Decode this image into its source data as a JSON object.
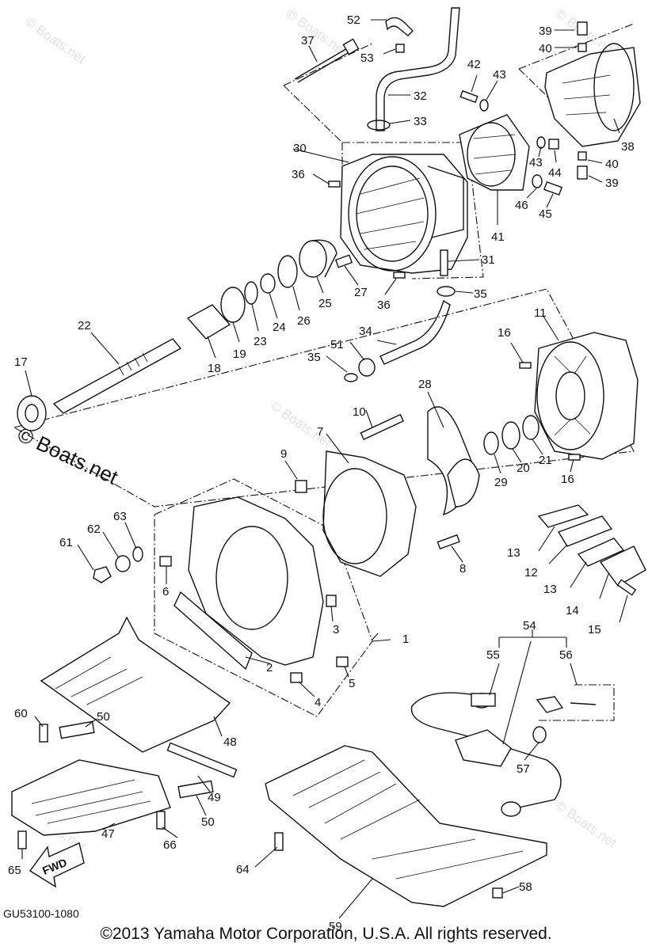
{
  "watermark": "© Boats.net",
  "fwd_label": "FWD",
  "document_code": "GU53100-1080",
  "copyright": "©2013 Yamaha Motor Corporation, U.S.A. All rights reserved.",
  "part_numbers": [
    "1",
    "2",
    "3",
    "4",
    "5",
    "6",
    "7",
    "8",
    "9",
    "10",
    "11",
    "12",
    "13",
    "13",
    "14",
    "15",
    "16",
    "16",
    "17",
    "18",
    "19",
    "20",
    "21",
    "22",
    "23",
    "24",
    "25",
    "26",
    "27",
    "28",
    "29",
    "30",
    "31",
    "32",
    "33",
    "34",
    "35",
    "35",
    "36",
    "36",
    "37",
    "38",
    "39",
    "39",
    "40",
    "40",
    "41",
    "42",
    "43",
    "43",
    "44",
    "45",
    "46",
    "47",
    "48",
    "49",
    "50",
    "50",
    "51",
    "52",
    "53",
    "54",
    "55",
    "56",
    "57",
    "58",
    "59",
    "60",
    "61",
    "62",
    "63",
    "64",
    "65",
    "66"
  ]
}
